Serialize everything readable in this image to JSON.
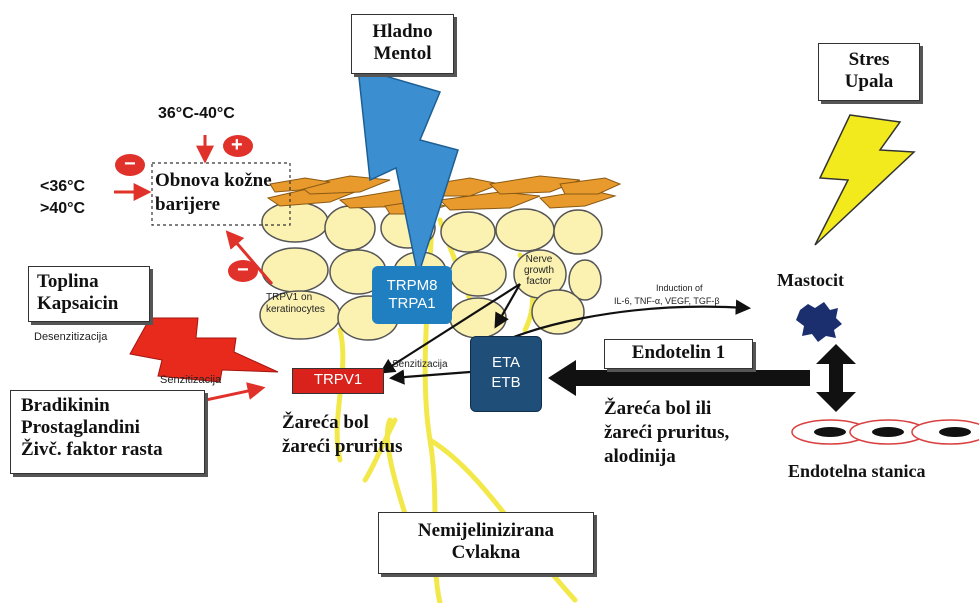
{
  "labels": {
    "cold_line1": "Hladno",
    "cold_line2": "Mentol",
    "stress_line1": "Stres",
    "stress_line2": "Upala",
    "temp_high": "36°C-40°C",
    "temp_low1": "<36°C",
    "temp_low2": ">40°C",
    "barrier_line1": "Obnova kožne",
    "barrier_line2": "barijere",
    "heat_line1": "Toplina",
    "heat_line2": "Kapsaicin",
    "desensitization": "Desenzitizacija",
    "sensitization_left": "Senzitizacija",
    "sensitization_mid": "Senzitizacija",
    "mediators_line1": "Bradikinin",
    "mediators_line2": "Prostaglandini",
    "mediators_line3": "Živč. faktor rasta",
    "trpm8": "TRPM8",
    "trpa1": "TRPA1",
    "trpv1_keratinocytes": "TRPV1 on keratinocytes",
    "ngf_line1": "Nerve",
    "ngf_line2": "growth",
    "ngf_line3": "factor",
    "induction_line1": "Induction of",
    "induction_line2": "IL-6, TNF-α, VEGF, TGF-β",
    "mastocit": "Mastocit",
    "eta": "ETA",
    "etb": "ETB",
    "trpv1": "TRPV1",
    "endotelin": "Endotelin 1",
    "burning_pain1": "Žareća bol",
    "burning_pain2": "žareći pruritus",
    "allodynia1": "Žareća bol ili",
    "allodynia2": "žareći pruritus,",
    "allodynia3": "alodinija",
    "endothelial_cell": "Endotelna stanica",
    "fibers_line1": "Nemijelinizirana",
    "fibers_line2": "Cvlakna",
    "plus": "+",
    "minus": "−"
  },
  "colors": {
    "lightning_blue": "#3b8fd1",
    "lightning_yellow": "#f2ea1c",
    "lightning_red": "#e82a1d",
    "receptor_blue": "#1f7fc1",
    "receptor_navy": "#1f4e79",
    "trpv1_red": "#d9221c",
    "nerve_yellow": "#f3e84a",
    "cell_fill": "#fbf2b2",
    "horn_orange": "#e89a2c"
  }
}
